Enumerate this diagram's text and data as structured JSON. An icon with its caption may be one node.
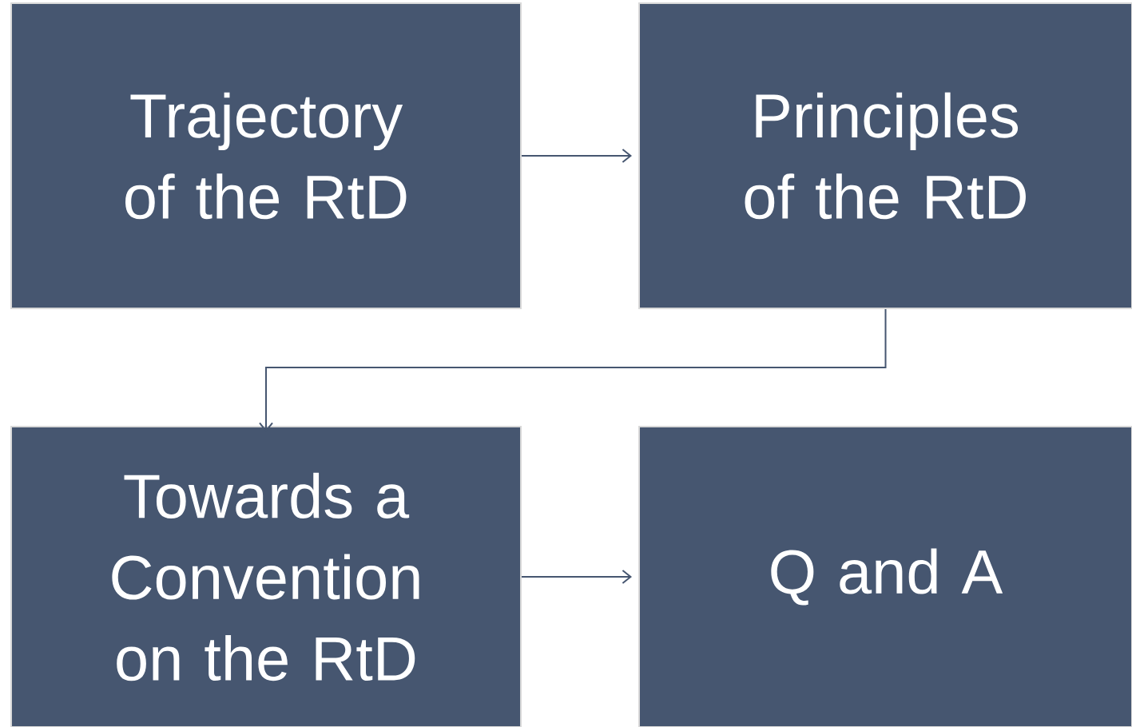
{
  "diagram": {
    "nodes": [
      {
        "text": [
          "Trajectory of the RtD"
        ]
      },
      {
        "text": [
          "Principles of the RtD"
        ]
      },
      {
        "text": [
          "Towards a Convention on the RtD"
        ]
      },
      {
        "text": [
          "Q and A"
        ]
      }
    ],
    "edges": [
      {
        "from": 0,
        "to": 1,
        "arrow": "to"
      },
      {
        "from": 1,
        "to": 2,
        "arrow": "to"
      },
      {
        "from": 2,
        "to": 3,
        "arrow": "to"
      }
    ]
  }
}
